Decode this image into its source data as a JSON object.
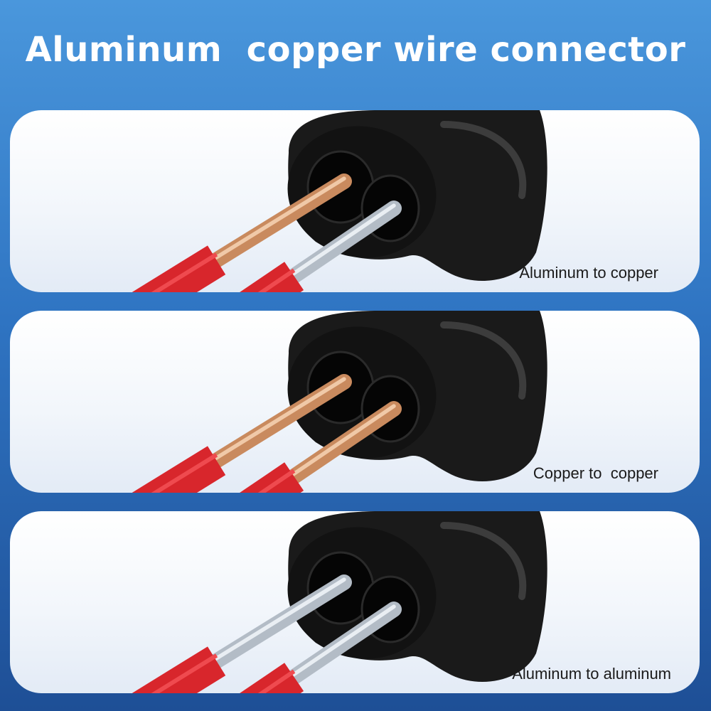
{
  "title": "Aluminum  copper wire connector",
  "panels": [
    {
      "caption": "Aluminum to copper",
      "wire_top": "copper",
      "wire_bottom": "aluminum"
    },
    {
      "caption": "Copper to  copper",
      "wire_top": "copper",
      "wire_bottom": "copper"
    },
    {
      "caption": "Aluminum to aluminum",
      "wire_top": "aluminum",
      "wire_bottom": "aluminum"
    }
  ],
  "colors": {
    "background_top": "#4a97dc",
    "background_bottom": "#1e4f96",
    "panel": "#f2f6fb",
    "insulation": "#d8262c",
    "copper": "#c98a5e",
    "aluminum": "#b3bcc6",
    "connector": "#1a1a1a"
  }
}
